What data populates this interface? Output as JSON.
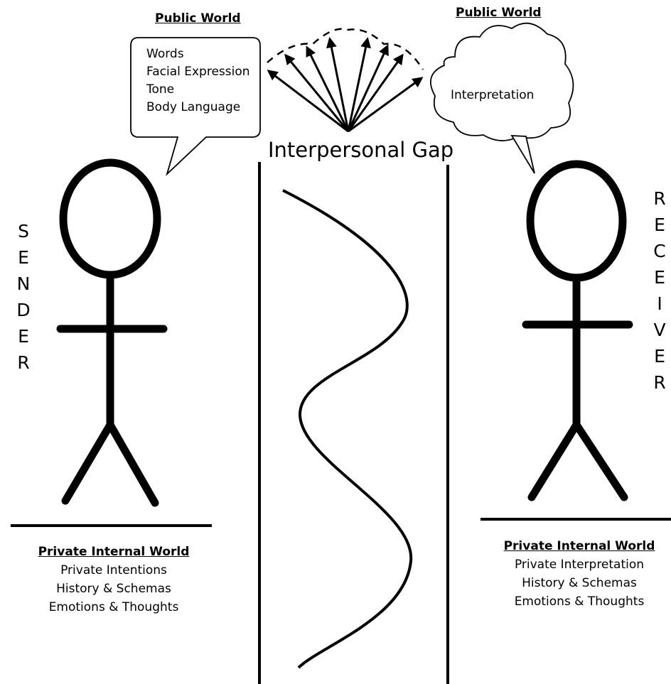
{
  "sender": {
    "public_heading": "Public World",
    "expression_items": [
      "Words",
      "Facial Expression",
      "Tone",
      "Body Language"
    ],
    "vertical_label": [
      "S",
      "E",
      "N",
      "D",
      "E",
      "R"
    ],
    "private_heading": "Private Internal World",
    "private_items": [
      "Private Intentions",
      "History & Schemas",
      "Emotions & Thoughts"
    ]
  },
  "receiver": {
    "public_heading": "Public World",
    "bubble_text": "Interpretation",
    "vertical_label": [
      "R",
      "E",
      "C",
      "E",
      "I",
      "V",
      "E",
      "R"
    ],
    "private_heading": "Private Internal World",
    "private_items": [
      "Private Interpretation",
      "History & Schemas",
      "Emotions & Thoughts"
    ]
  },
  "gap": {
    "label": "Interpersonal Gap"
  },
  "colors": {
    "ink": "#000000",
    "background": "#ffffff"
  }
}
